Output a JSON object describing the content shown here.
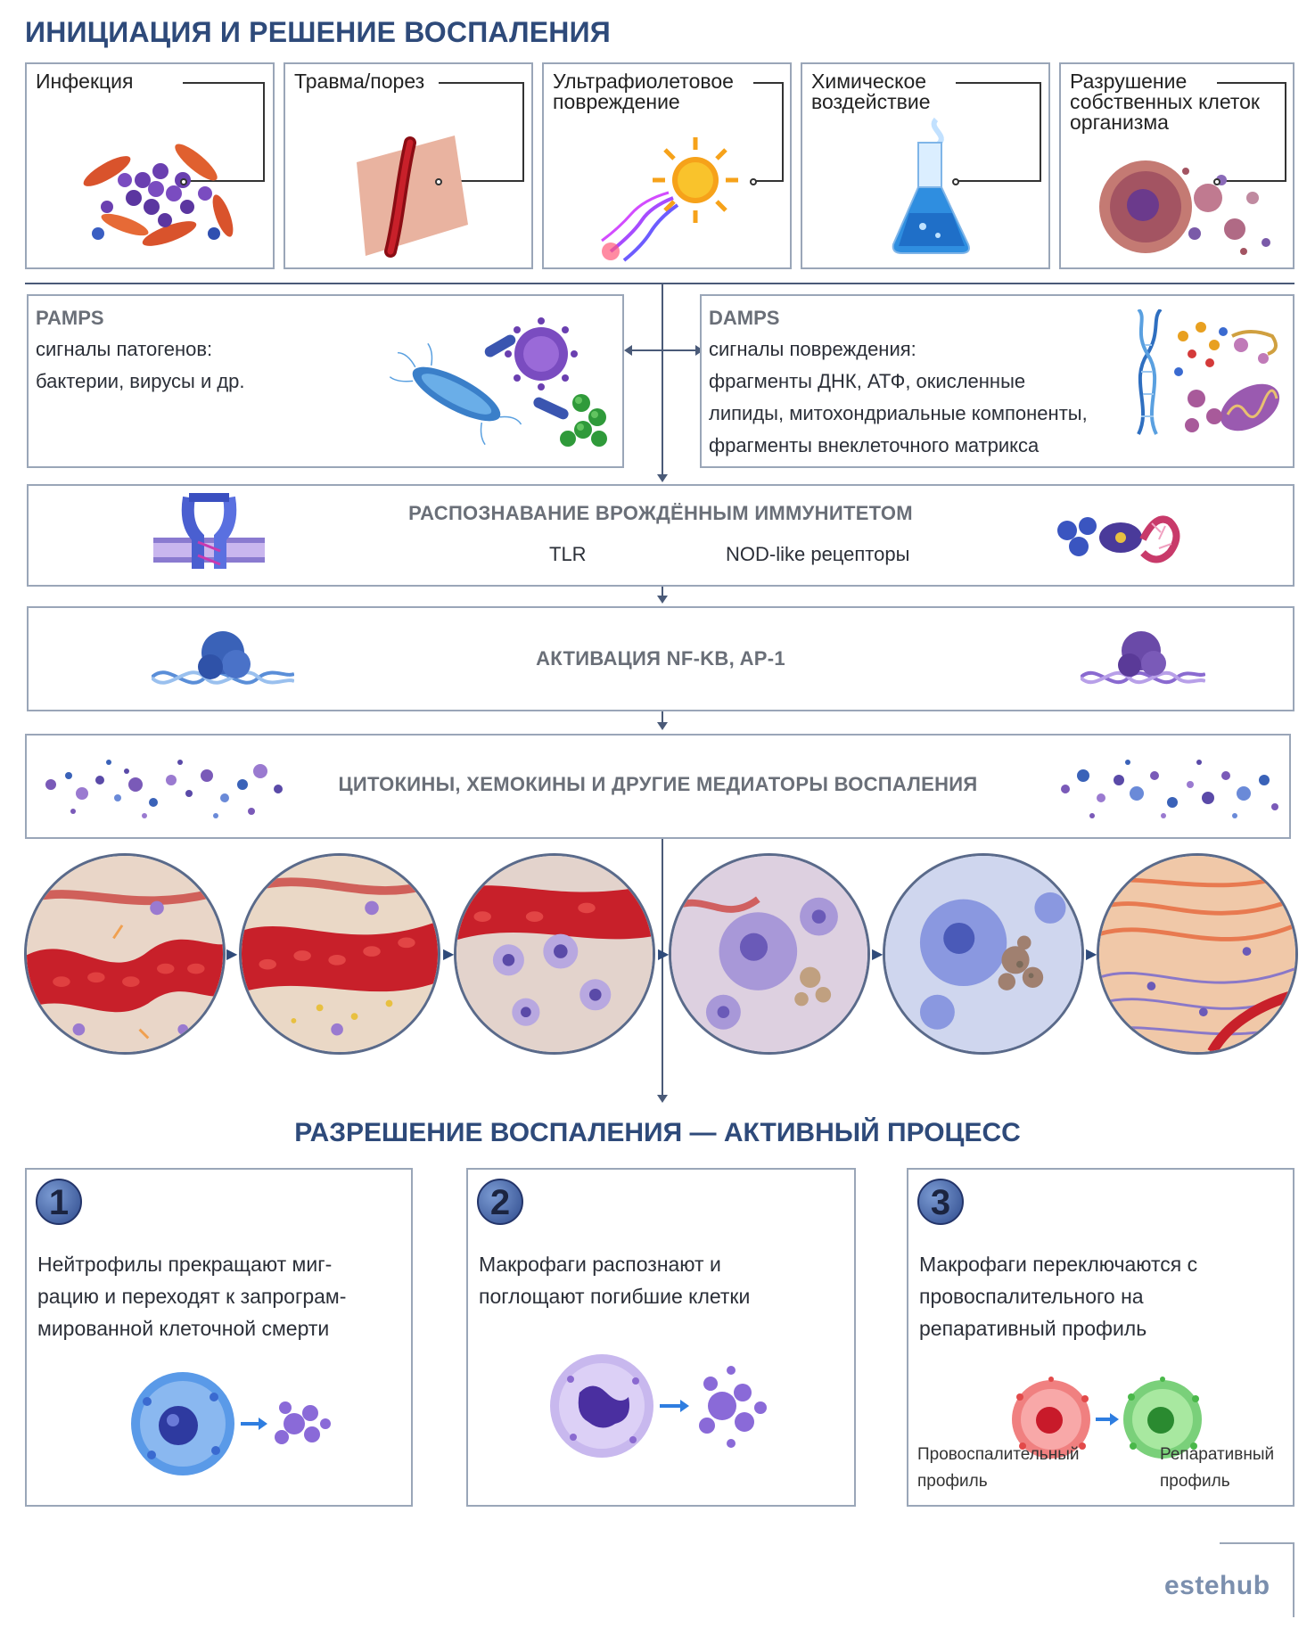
{
  "header": {
    "title": "ИНИЦИАЦИЯ И РЕШЕНИЕ ВОСПАЛЕНИЯ"
  },
  "causes": [
    {
      "label": "Инфекция"
    },
    {
      "label": "Травма/порез"
    },
    {
      "label": "Ультрафиолетовое\nповреждение"
    },
    {
      "label": "Химическое\nвоздействие"
    },
    {
      "label": "Разрушение\nсобственных клеток\nорганизма"
    }
  ],
  "pamps": {
    "heading": "PAMPS",
    "lines": [
      "сигналы патогенов:",
      "бактерии, вирусы и др."
    ]
  },
  "damps": {
    "heading": "DAMPS",
    "lines": [
      "сигналы повреждения:",
      "фрагменты ДНК, АТФ, окисленные",
      "липиды, митохондриальные компоненты,",
      "фрагменты внеклеточного матрикса"
    ]
  },
  "recognition": {
    "title": "РАСПОЗНАВАНИЕ ВРОЖДЁННЫМ ИММУНИТЕТОМ",
    "receptor_a": "TLR",
    "receptor_b": "NOD-like рецепторы"
  },
  "activation": {
    "title": "АКТИВАЦИЯ NF-KB, AP-1"
  },
  "mediators": {
    "title": "ЦИТОКИНЫ, ХЕМОКИНЫ И ДРУГИЕ МЕДИАТОРЫ ВОСПАЛЕНИЯ"
  },
  "resolution": {
    "title": "РАЗРЕШЕНИЕ ВОСПАЛЕНИЯ — АКТИВНЫЙ ПРОЦЕСС",
    "steps": [
      {
        "number": "1",
        "lines": [
          "Нейтрофилы прекращают миг-",
          "рацию и переходят к запрограм-",
          "мированной клеточной смерти"
        ]
      },
      {
        "number": "2",
        "lines": [
          "Макрофаги распознают и",
          "поглощают погибшие клетки"
        ]
      },
      {
        "number": "3",
        "lines": [
          "Макрофаги переключаются с",
          "провоспалительного на",
          "репаративный профиль"
        ]
      }
    ],
    "profile_pro": [
      "Провоспалительный",
      "профиль"
    ],
    "profile_rep": [
      "Репаративный",
      "профиль"
    ]
  },
  "brand": {
    "logo": "estehub"
  },
  "colors": {
    "title": "#2e4a7a",
    "border": "#9aa6b8",
    "blood": "#c8202a",
    "cell_purple": "#6a4fb0",
    "cell_blue": "#3b6fd6"
  }
}
